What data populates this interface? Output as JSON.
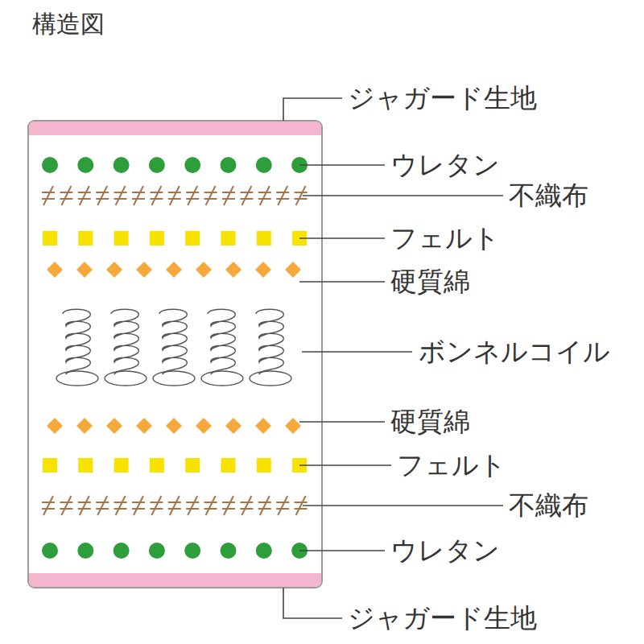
{
  "diagram": {
    "title": "構造図",
    "labels": [
      "ジャガード生地",
      "ウレタン",
      "不織布",
      "フェルト",
      "硬質綿",
      "ボンネルコイル",
      "硬質綿",
      "フェルト",
      "不織布",
      "ウレタン",
      "ジャガード生地"
    ]
  }
}
